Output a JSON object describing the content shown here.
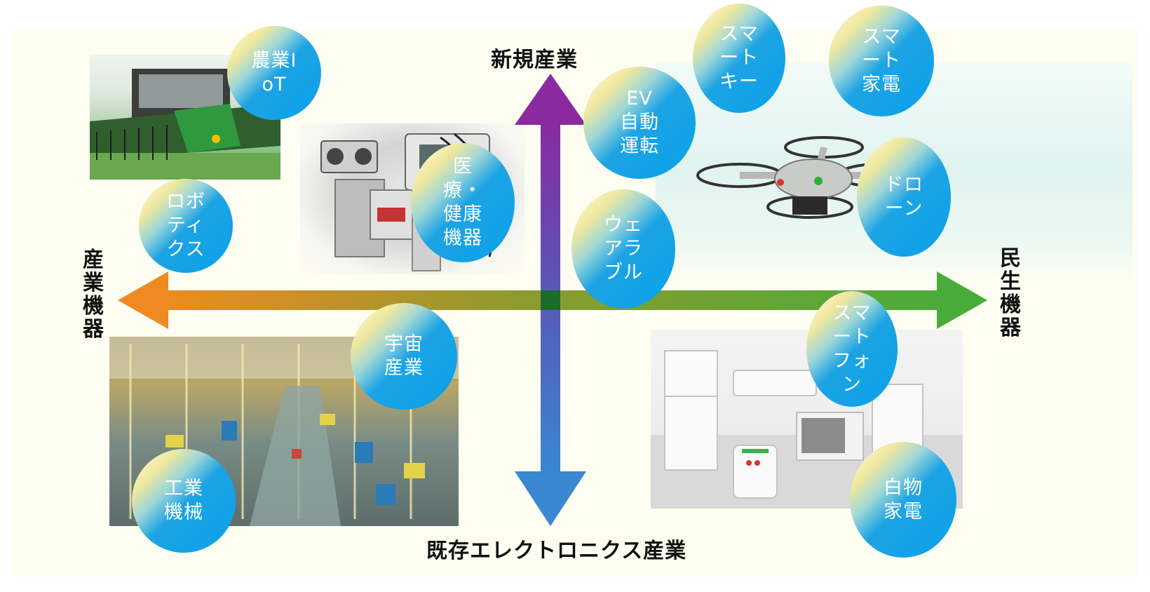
{
  "axes": {
    "top": "新規産業",
    "bottom": "既存エレクトロニクス産業",
    "left": "産業機器",
    "right": "民生機器"
  },
  "colors": {
    "vertical_top": "#8a2a9e",
    "vertical_bottom": "#3a88d2",
    "horizontal_left": "#ef8a23",
    "horizontal_right": "#49ab3a",
    "bubble": "#0aa2ea"
  },
  "images": [
    {
      "name": "combine-harvester-image",
      "depicts": "agricultural harvester"
    },
    {
      "name": "robot-image",
      "depicts": "robot kit"
    },
    {
      "name": "factory-image",
      "depicts": "factory production line"
    },
    {
      "name": "drone-image",
      "depicts": "quadcopter drone"
    },
    {
      "name": "appliances-image",
      "depicts": "home appliances"
    }
  ],
  "bubbles": [
    {
      "id": "agri-iot",
      "text": "農業IoT"
    },
    {
      "id": "robotics",
      "text": "ロボティクス"
    },
    {
      "id": "medical",
      "text": "医療・健康機器"
    },
    {
      "id": "ev",
      "text": "EV自動運転"
    },
    {
      "id": "smart-key",
      "text": "スマートキー"
    },
    {
      "id": "smart-appliance",
      "text": "スマート家電"
    },
    {
      "id": "drone",
      "text": "ドローン"
    },
    {
      "id": "wearable",
      "text": "ウェアラブル"
    },
    {
      "id": "smartphone",
      "text": "スマートフォン"
    },
    {
      "id": "space",
      "text": "宇宙産業"
    },
    {
      "id": "industrial-machine",
      "text": "工業機械"
    },
    {
      "id": "white-goods",
      "text": "白物家電"
    }
  ]
}
